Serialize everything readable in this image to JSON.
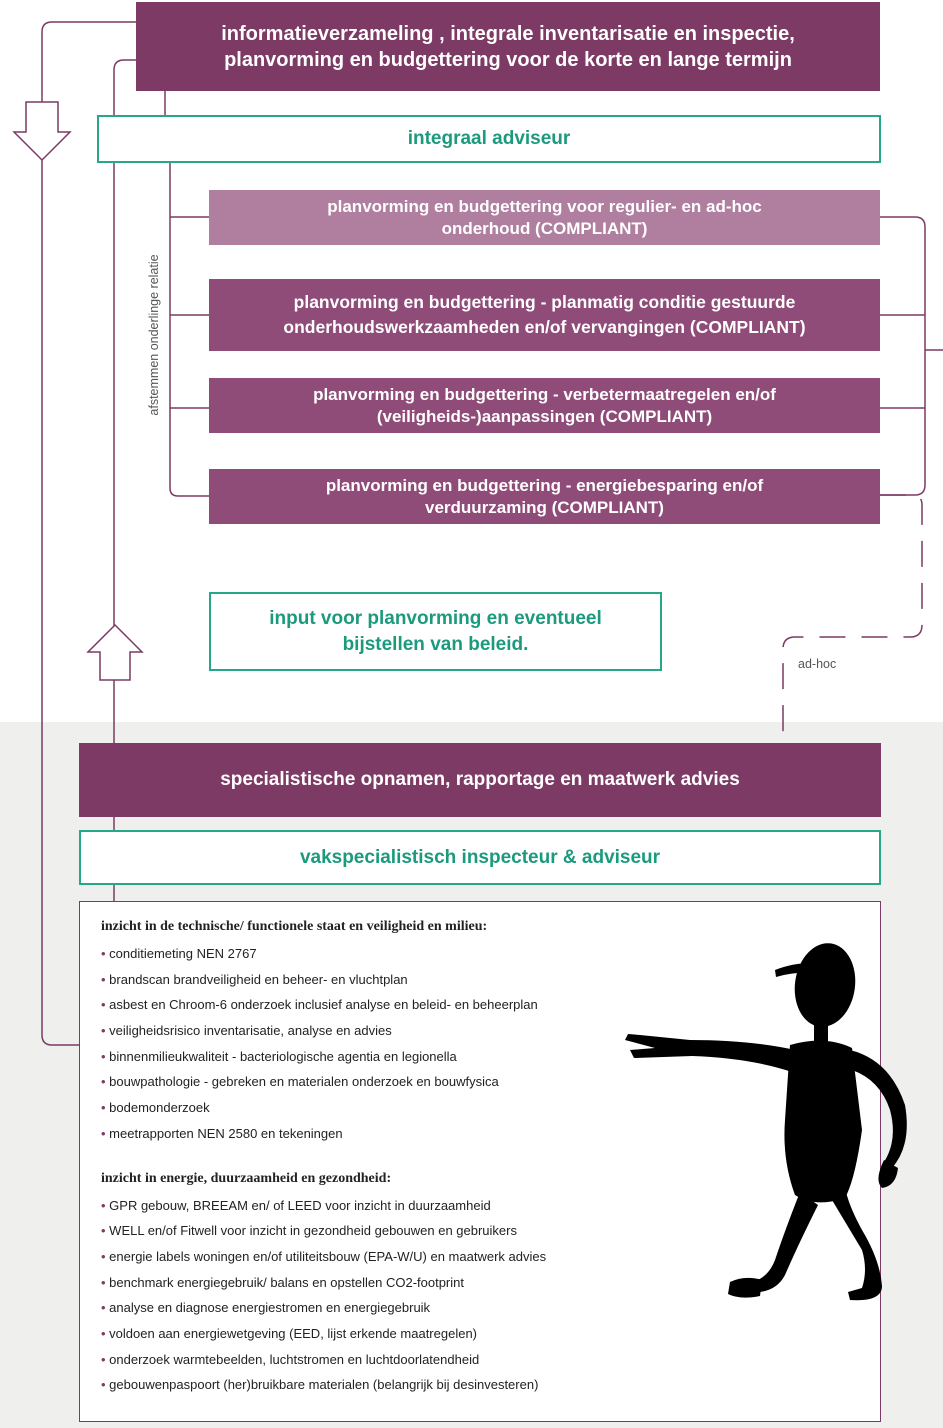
{
  "top_box": {
    "line1": "informatieverzameling , integrale inventarisatie en inspectie,",
    "line2": "planvorming en budgettering voor de korte en lange termijn"
  },
  "adviser": "integraal adviseur",
  "side_label": "afstemmen onderlinge relatie",
  "plans": [
    {
      "line1": "planvorming en budgettering  voor regulier- en ad-hoc",
      "line2": "onderhoud (COMPLIANT)"
    },
    {
      "line1": "planvorming en budgettering  - planmatig conditie gestuurde",
      "line2": "onderhoudswerkzaamheden en/of vervangingen (COMPLIANT)"
    },
    {
      "line1": "planvorming en budgettering  - verbetermaatregelen en/of",
      "line2": "(veiligheids-)aanpassingen (COMPLIANT)"
    },
    {
      "line1": "planvorming en budgettering  - energiebesparing en/of",
      "line2": "verduurzaming (COMPLIANT)"
    }
  ],
  "input_box": {
    "line1": "input voor planvorming en eventueel",
    "line2": "bijstellen van beleid."
  },
  "adhoc_label": "ad-hoc",
  "specialist": "specialistische opnamen, rapportage en maatwerk advies",
  "vak": "vakspecialistisch inspecteur & adviseur",
  "section1": {
    "heading": "inzicht in de technische/ functionele staat en veiligheid en milieu:",
    "items": [
      "conditiemeting NEN 2767",
      "brandscan brandveiligheid en beheer- en vluchtplan",
      "asbest en Chroom-6 onderzoek inclusief analyse en beleid- en beheerplan",
      "veiligheidsrisico inventarisatie, analyse en advies",
      "binnenmilieukwaliteit - bacteriologische agentia en legionella",
      "bouwpathologie - gebreken en materialen onderzoek en bouwfysica",
      "bodemonderzoek",
      "meetrapporten NEN 2580 en tekeningen"
    ]
  },
  "section2": {
    "heading": "inzicht in energie, duurzaamheid en gezondheid:",
    "items": [
      "GPR gebouw, BREEAM en/ of LEED voor inzicht in duurzaamheid",
      "WELL en/of Fitwell voor inzicht in gezondheid gebouwen en gebruikers",
      "energie labels woningen en/of utiliteitsbouw (EPA-W/U) en maatwerk advies",
      "benchmark energiegebruik/ balans en opstellen CO2-footprint",
      "analyse en diagnose energiestromen en energiegebruik",
      "voldoen aan energiewetgeving (EED, lijst erkende maatregelen)",
      "onderzoek warmtebeelden, luchtstromen en luchtdoorlatendheid",
      "gebouwenpaspoort (her)bruikbare materialen (belangrijk bij desinvesteren)"
    ]
  },
  "colors": {
    "purple_dark": "#7c3a64",
    "purple_mid": "#8f4c78",
    "purple_light": "#b07e9e",
    "teal": "#25a88a"
  }
}
